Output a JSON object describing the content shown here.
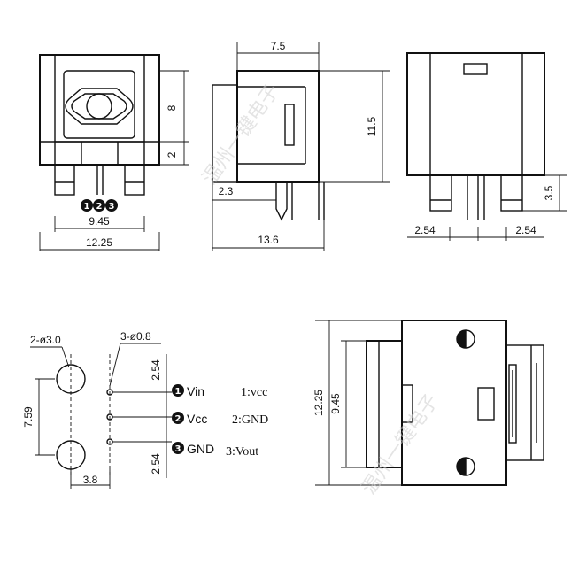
{
  "watermark": {
    "text_upper": "温州一键电子",
    "text_lower": "温州一键电子"
  },
  "front_view": {
    "dim_height_top": "8",
    "dim_height_lower": "2",
    "dim_inner_width": "9.45",
    "dim_outer_width": "12.25",
    "pin_numbers": [
      "1",
      "2",
      "3"
    ]
  },
  "side_view": {
    "dim_top_width": "7.5",
    "dim_height": "11.5",
    "dim_pin_offset": "2.3",
    "dim_total_length": "13.6"
  },
  "rear_view": {
    "dim_pin_length": "3.5",
    "dim_pitch_left": "2.54",
    "dim_pitch_right": "2.54"
  },
  "pcb_layout": {
    "hole_large_label": "2-ø3.0",
    "hole_small_label": "3-ø0.8",
    "dim_vertical_spacing": "7.59",
    "dim_pitch_top": "2.54",
    "dim_pitch_bottom": "2.54",
    "dim_offset": "3.8"
  },
  "pinout": [
    {
      "num": "1",
      "name": "Vin",
      "desc": "1:vcc"
    },
    {
      "num": "2",
      "name": "Vcc",
      "desc": "2:GND"
    },
    {
      "num": "3",
      "name": "GND",
      "desc": "3:Vout"
    }
  ],
  "top_view": {
    "dim_outer": "12.25",
    "dim_inner": "9.45"
  }
}
